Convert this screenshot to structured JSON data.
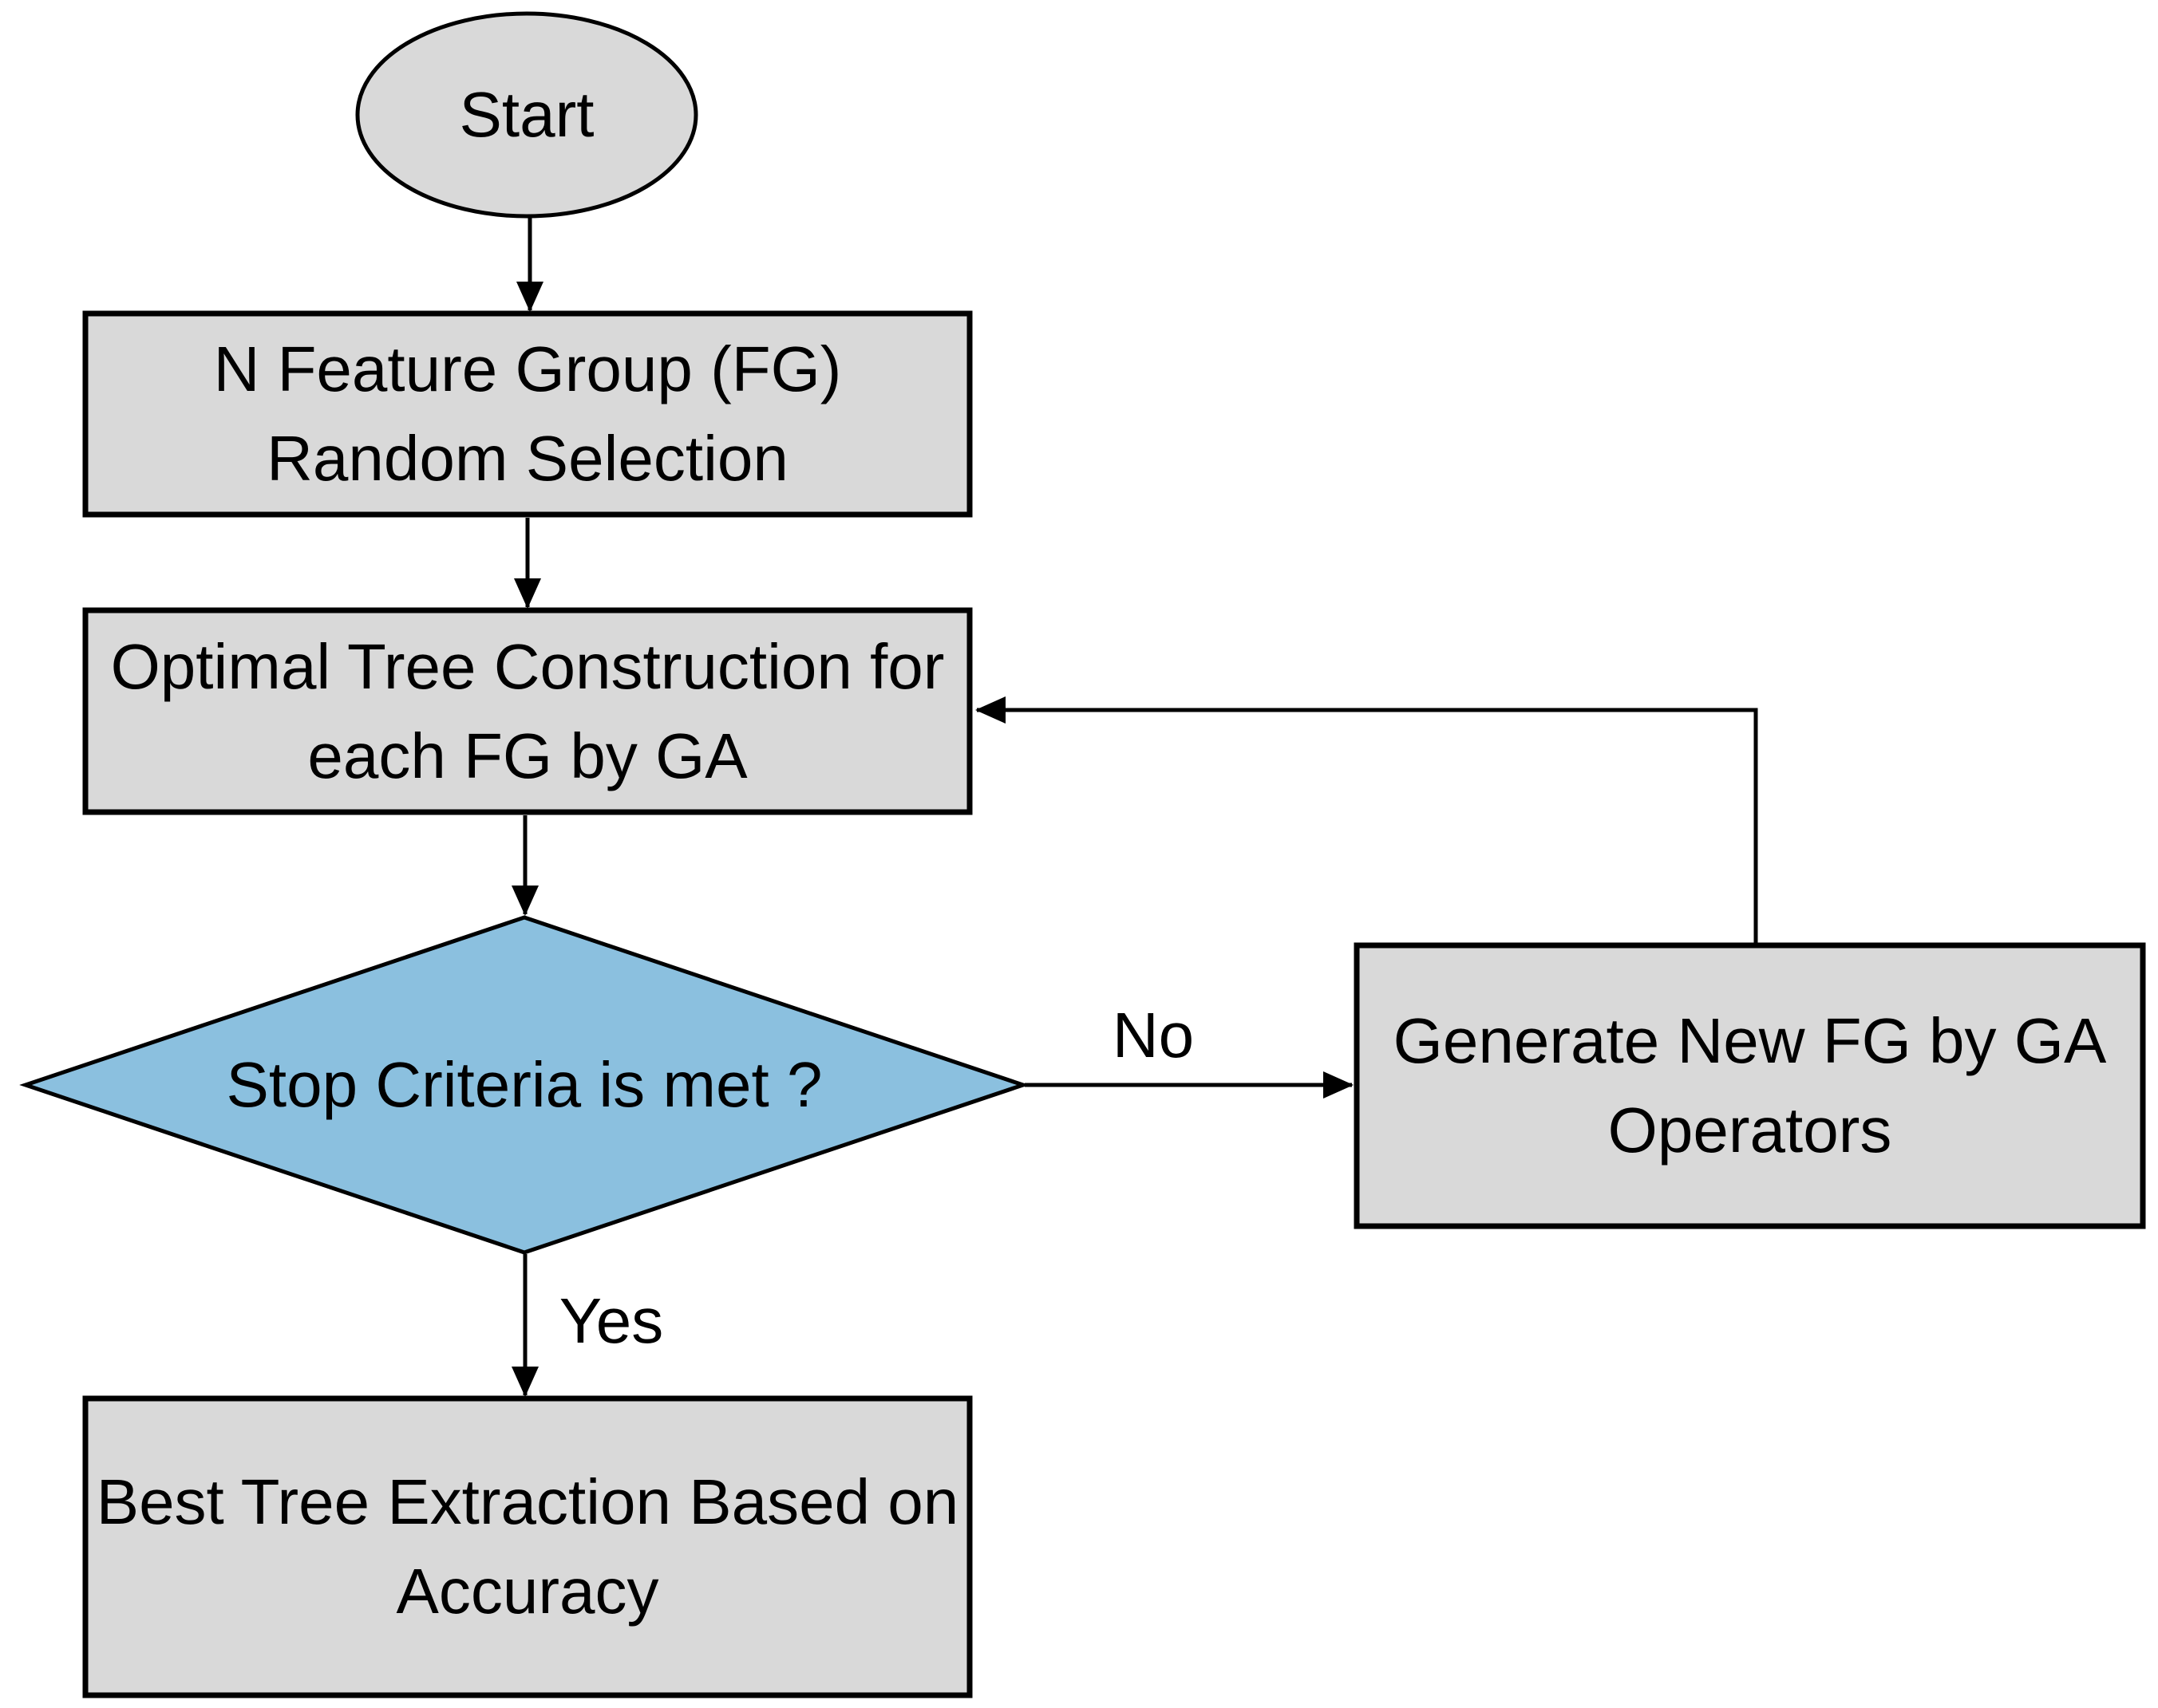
{
  "colors": {
    "background": "#ffffff",
    "node_gray": "#d9d9d9",
    "node_blue": "#8bc0df",
    "stroke": "#000000",
    "text": "#000000"
  },
  "nodes": {
    "start": {
      "label": "Start"
    },
    "fg_selection": {
      "line1": "N Feature Group (FG)",
      "line2": "Random Selection"
    },
    "tree_construction": {
      "line1": "Optimal Tree Construction for",
      "line2": "each FG by GA"
    },
    "stop_criteria": {
      "label": "Stop Criteria is met ?"
    },
    "generate_fg": {
      "line1": "Generate New FG by GA",
      "line2": "Operators"
    },
    "best_tree": {
      "line1": "Best Tree Extraction Based on",
      "line2": "Accuracy"
    }
  },
  "edge_labels": {
    "no": "No",
    "yes": "Yes"
  }
}
